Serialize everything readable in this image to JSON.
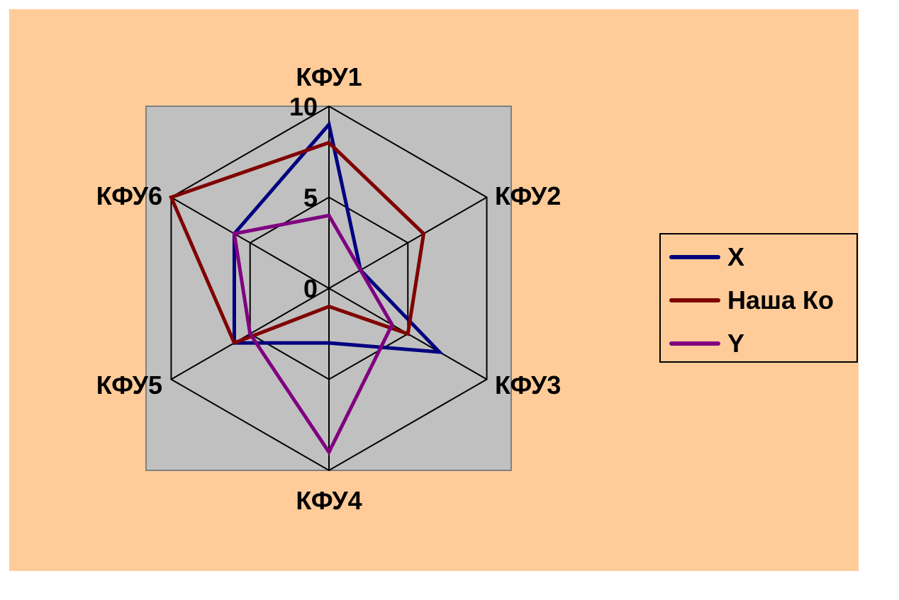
{
  "chart_data": {
    "type": "radar",
    "categories": [
      "КФУ1",
      "КФУ2",
      "КФУ3",
      "КФУ4",
      "КФУ5",
      "КФУ6"
    ],
    "radial_ticks": [
      "0",
      "5",
      "10"
    ],
    "rmin": 0,
    "rmax": 10,
    "series": [
      {
        "name": "X",
        "color": "#000080",
        "values": [
          9,
          2,
          7,
          3,
          6,
          6
        ]
      },
      {
        "name": "Наша Ко",
        "color": "#800000",
        "values": [
          8,
          6,
          5,
          1,
          6,
          10
        ]
      },
      {
        "name": "Y",
        "color": "#800080",
        "values": [
          4,
          2,
          4,
          9,
          5,
          6
        ]
      }
    ],
    "plot_background": "#C0C0C0",
    "chart_background": "#FFCC99",
    "legend_position": "right"
  }
}
